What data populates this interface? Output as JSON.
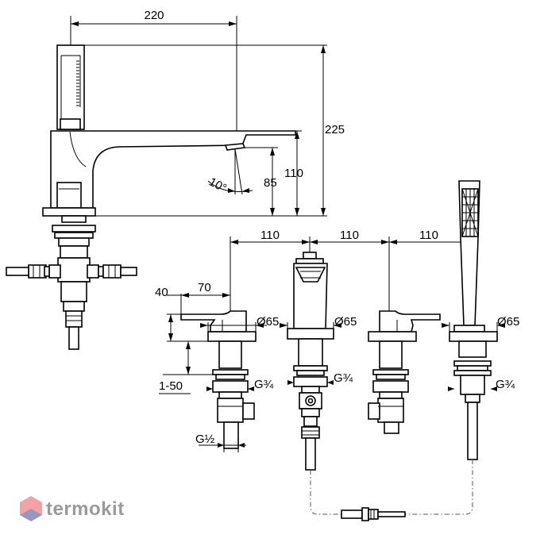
{
  "dimensions": {
    "spout_reach": "220",
    "total_height": "225",
    "spout_height": "110",
    "outlet_height": "85",
    "spout_angle": "10°",
    "spacing_1": "110",
    "spacing_2": "110",
    "spacing_3": "110",
    "lever_height": "40",
    "lever_length": "70",
    "rosette_1": "Ø65",
    "rosette_2": "Ø65",
    "rosette_3": "Ø65",
    "deck_thickness": "1-50",
    "thread_valve_1": "G¾",
    "thread_diverter": "G¾",
    "thread_handshower": "G¾",
    "thread_inlet": "G½"
  },
  "brand": {
    "name": "termokit",
    "colors": {
      "red": "#e8545a",
      "blue": "#4d8fd6",
      "grey": "#9a9a9a"
    }
  },
  "colors": {
    "line": "#000000",
    "background": "#ffffff"
  }
}
